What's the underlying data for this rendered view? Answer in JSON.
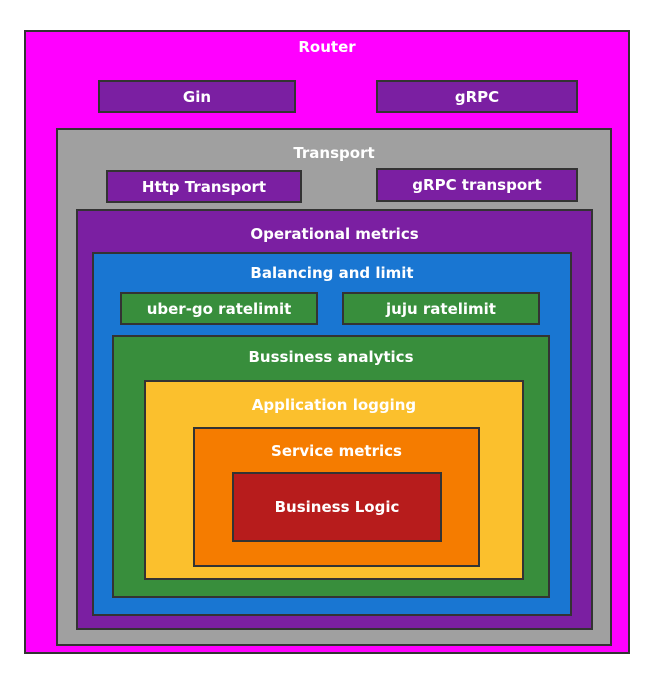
{
  "colors": {
    "router": "#ff00ff",
    "transport": "#a0a0a0",
    "operational": "#7b1fa2",
    "balancing": "#1976d2",
    "bussiness": "#388e3c",
    "application": "#fbc02d",
    "service": "#f57c00",
    "logic": "#b71c1c",
    "border": "#333333",
    "text": "#ffffff"
  },
  "router": {
    "title": "Router",
    "gin": "Gin",
    "grpc": "gRPC"
  },
  "transport": {
    "title": "Transport",
    "http": "Http Transport",
    "grpc": "gRPC transport"
  },
  "operational": {
    "title": "Operational metrics"
  },
  "balancing": {
    "title": "Balancing and limit",
    "uber": "uber-go ratelimit",
    "juju": "juju ratelimit"
  },
  "bussiness": {
    "title": "Bussiness analytics"
  },
  "application": {
    "title": "Application logging"
  },
  "service": {
    "title": "Service metrics"
  },
  "logic": {
    "title": "Business Logic"
  }
}
